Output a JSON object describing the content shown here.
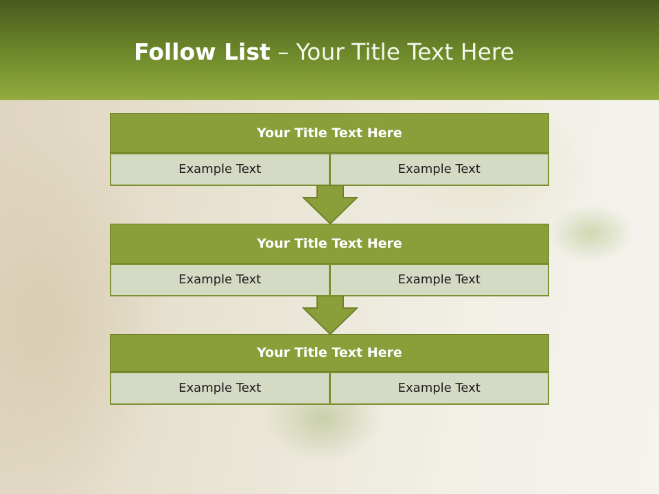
{
  "slide": {
    "title_bold": "Follow List",
    "title_rest": " – Your Title Text Here"
  },
  "blocks": [
    {
      "title": "Your Title Text Here",
      "cells": [
        "Example Text",
        "Example Text"
      ]
    },
    {
      "title": "Your Title Text Here",
      "cells": [
        "Example Text",
        "Example Text"
      ]
    },
    {
      "title": "Your Title Text Here",
      "cells": [
        "Example Text",
        "Example Text"
      ]
    }
  ],
  "colors": {
    "header_dark": "#4a5a1f",
    "header_light": "#93ab3f",
    "block_title": "#8a9e3a",
    "cell_fill": "#d5dac4",
    "arrow": "#8a9e3a"
  }
}
